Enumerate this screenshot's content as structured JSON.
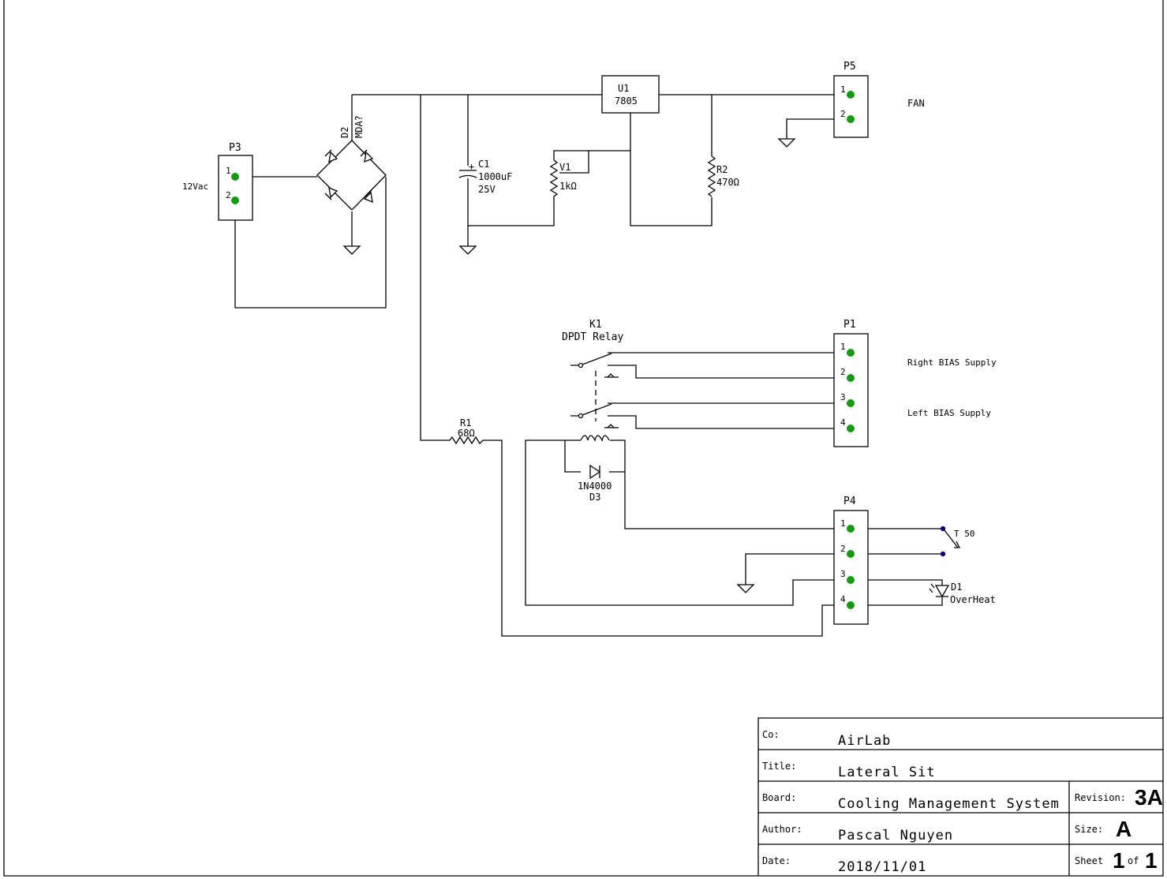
{
  "components": {
    "p3": {
      "ref": "P3",
      "pins": [
        "1",
        "2"
      ],
      "net_label": "12Vac"
    },
    "d2": {
      "ref": "D2",
      "value": "MDA?"
    },
    "u1": {
      "ref": "U1",
      "value": "7805"
    },
    "c1": {
      "ref": "C1",
      "value": "1000uF",
      "voltage": "25V"
    },
    "v1": {
      "ref": "V1",
      "value": "1kΩ"
    },
    "r2": {
      "ref": "R2",
      "value": "470Ω"
    },
    "p5": {
      "ref": "P5",
      "pins": [
        "1",
        "2"
      ],
      "label": "FAN"
    },
    "k1": {
      "ref": "K1",
      "value": "DPDT Relay"
    },
    "p1": {
      "ref": "P1",
      "pins": [
        "1",
        "2",
        "3",
        "4"
      ],
      "label_right": "Right BIAS Supply",
      "label_left": "Left BIAS Supply"
    },
    "r1": {
      "ref": "R1",
      "value": "68Ω"
    },
    "d3": {
      "ref": "D3",
      "value": "1N4000"
    },
    "p4": {
      "ref": "P4",
      "pins": [
        "1",
        "2",
        "3",
        "4"
      ]
    },
    "t50": {
      "label": "T 50"
    },
    "d1": {
      "ref": "D1",
      "value": "OverHeat"
    }
  },
  "title_block": {
    "co_label": "Co:",
    "co": "AirLab",
    "title_label": "Title:",
    "title": "Lateral Sit",
    "board_label": "Board:",
    "board": "Cooling Management System",
    "revision_label": "Revision:",
    "revision": "3A",
    "author_label": "Author:",
    "author": "Pascal Nguyen",
    "size_label": "Size:",
    "size": "A",
    "date_label": "Date:",
    "date": "2018/11/01",
    "sheet_label": "Sheet",
    "sheet": "1",
    "of_label": "of",
    "sheet_total": "1"
  }
}
